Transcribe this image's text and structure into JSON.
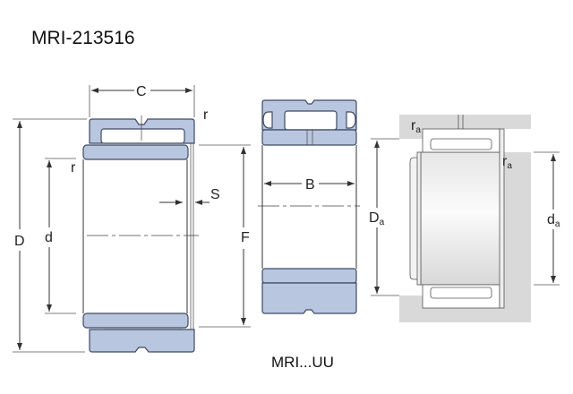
{
  "title": "MRI-213516",
  "variant_caption": "MRI...UU",
  "colors": {
    "ring_fill": "#b9c6e0",
    "outline": "#3f4a63",
    "housing": "#d9d9d9"
  },
  "labels": {
    "C": "C",
    "r_top": "r",
    "r_left": "r",
    "D": "D",
    "d": "d",
    "F": "F",
    "S": "S",
    "B": "B",
    "Da_main": "D",
    "Da_sub": "a",
    "da_main": "d",
    "da_sub": "a",
    "ra1_main": "r",
    "ra1_sub": "a",
    "ra2_main": "r",
    "ra2_sub": "a"
  }
}
